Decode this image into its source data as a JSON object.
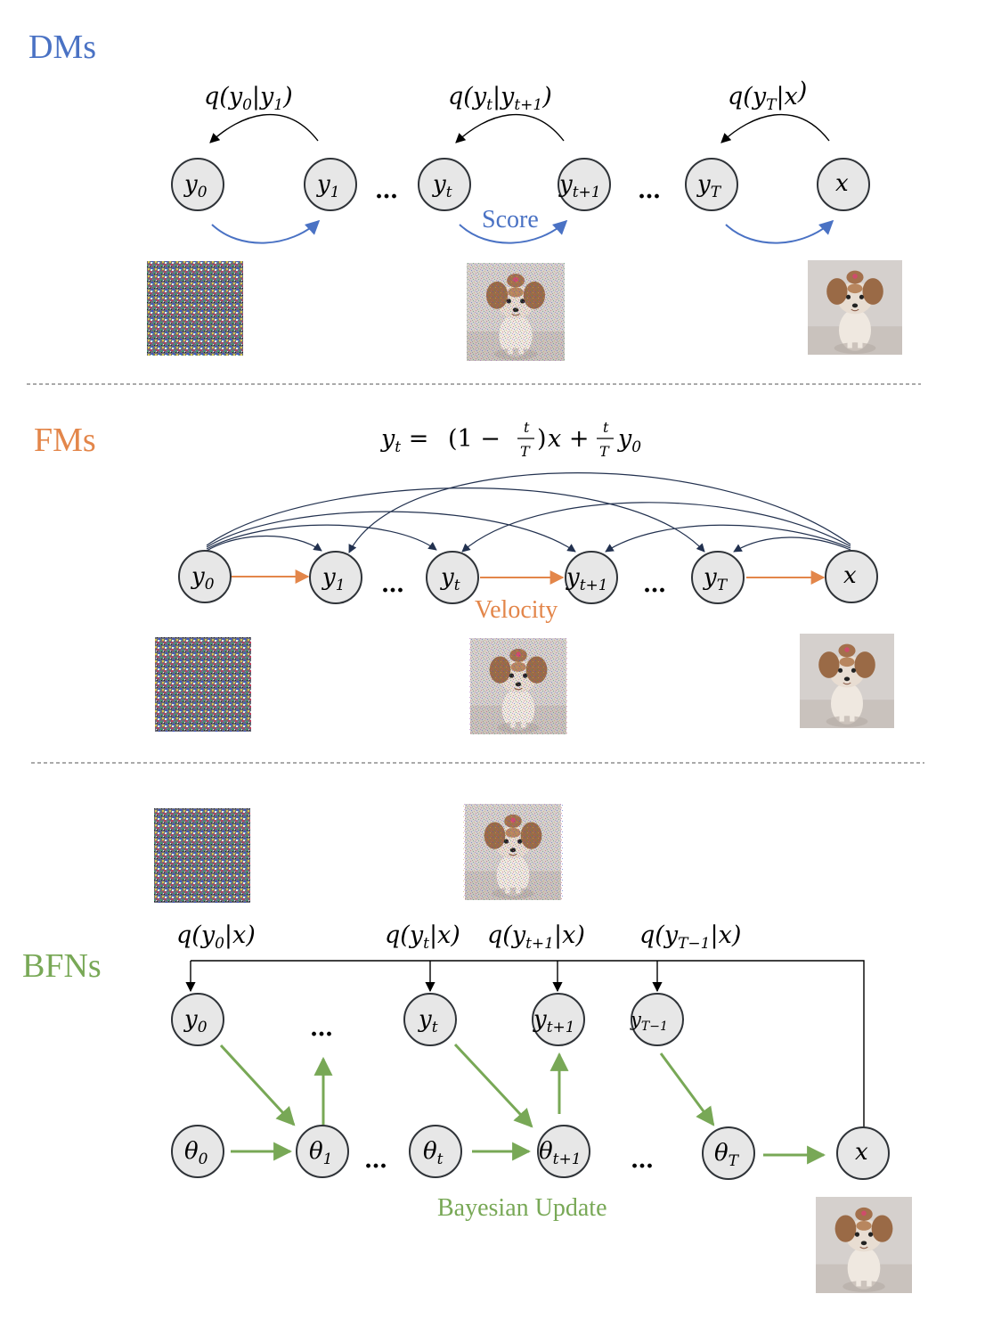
{
  "colors": {
    "dm": "#4a72c4",
    "fm": "#e3864a",
    "bfn": "#78a856",
    "fm_arc": "#22314f"
  },
  "sections": {
    "dm": {
      "label": "DMs",
      "caption": "Score",
      "nodes": [
        {
          "base": "y",
          "sub": "0"
        },
        {
          "base": "y",
          "sub": "1"
        },
        {
          "base": "y",
          "sub": "t"
        },
        {
          "base": "y",
          "sub": "t+1"
        },
        {
          "base": "y",
          "sub": "T"
        },
        {
          "base": "x",
          "sub": ""
        }
      ],
      "ellipses": [
        "…",
        "…"
      ],
      "transitions": [
        {
          "q": "q(",
          "var": "y",
          "sub1": "0",
          "mid": "|",
          "var2": "y",
          "sub2": "1",
          "close": ")"
        },
        {
          "q": "q(",
          "var": "y",
          "sub1": "t",
          "mid": "|",
          "var2": "y",
          "sub2": "t+1",
          "close": ")"
        },
        {
          "q": "q(",
          "var": "y",
          "sub1": "T",
          "mid": "|",
          "var2": "x",
          "sub2": "",
          "close": ")"
        }
      ],
      "images": [
        "noise",
        "noisy-dog",
        "dog"
      ]
    },
    "fm": {
      "label": "FMs",
      "caption": "Velocity",
      "equation": {
        "lhs_var": "y",
        "lhs_sub": "t",
        "eq": " = ",
        "open": "(1 − ",
        "frac_num": "t",
        "frac_den": "T",
        "close": ")",
        "x": "x",
        "plus": " + ",
        "frac2_num": "t",
        "frac2_den": "T",
        "y": "y",
        "y_sub": "0"
      },
      "nodes": [
        {
          "base": "y",
          "sub": "0"
        },
        {
          "base": "y",
          "sub": "1"
        },
        {
          "base": "y",
          "sub": "t"
        },
        {
          "base": "y",
          "sub": "t+1"
        },
        {
          "base": "y",
          "sub": "T"
        },
        {
          "base": "x",
          "sub": ""
        }
      ],
      "ellipses": [
        "…",
        "…"
      ],
      "images": [
        "noise",
        "noisy-dog",
        "dog"
      ]
    },
    "bfn": {
      "label": "BFNs",
      "caption": "Bayesian Update",
      "top_nodes": [
        {
          "base": "y",
          "sub": "0"
        },
        {
          "base": "y",
          "sub": "t"
        },
        {
          "base": "y",
          "sub": "t+1"
        },
        {
          "base": "y",
          "sub": "T−1"
        }
      ],
      "bottom_nodes": [
        {
          "base": "θ",
          "sub": "0"
        },
        {
          "base": "θ",
          "sub": "1"
        },
        {
          "base": "θ",
          "sub": "t"
        },
        {
          "base": "θ",
          "sub": "t+1"
        },
        {
          "base": "θ",
          "sub": "T"
        },
        {
          "base": "x",
          "sub": ""
        }
      ],
      "ellipses": [
        "…",
        "…",
        "…"
      ],
      "distributions": [
        {
          "q": "q(",
          "var": "y",
          "sub": "0",
          "rest": "|x)"
        },
        {
          "q": "q(",
          "var": "y",
          "sub": "t",
          "rest": "|x)"
        },
        {
          "q": "q(",
          "var": "y",
          "sub": "t+1",
          "rest": "|x)"
        },
        {
          "q": "q(",
          "var": "y",
          "sub": "T−1",
          "rest": "|x)"
        }
      ],
      "images": [
        "noise",
        "noisy-dog",
        "dog"
      ]
    }
  }
}
